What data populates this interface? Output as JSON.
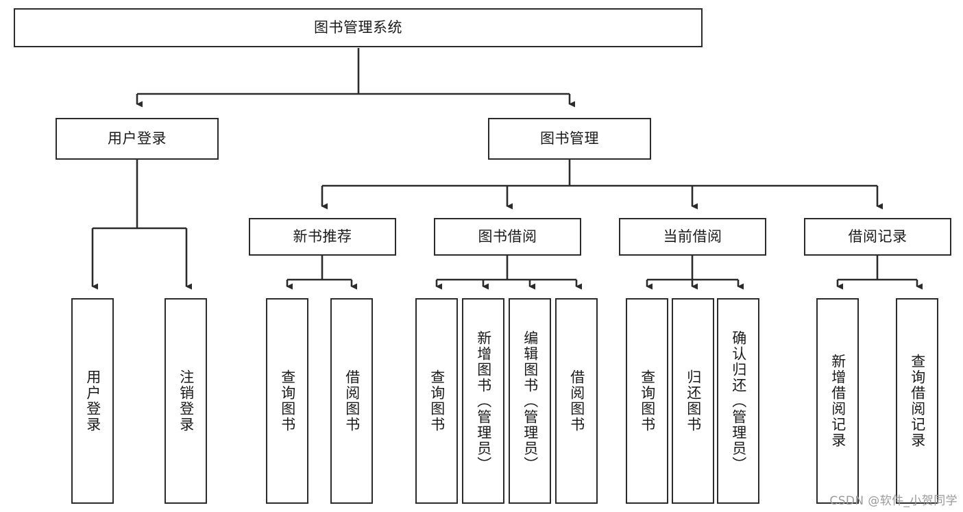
{
  "diagram": {
    "title": "图书管理系统",
    "type": "tree-hierarchy",
    "watermark": "CSDN @软件_小贺同学",
    "colors": {
      "stroke": "#2b2b2b",
      "fill": "#ffffff",
      "text": "#1a1a1a",
      "watermark": "#9a9a9a"
    },
    "root": {
      "label": "图书管理系统"
    },
    "level2": [
      {
        "label": "用户登录"
      },
      {
        "label": "图书管理"
      }
    ],
    "level3": [
      {
        "label": "新书推荐"
      },
      {
        "label": "图书借阅"
      },
      {
        "label": "当前借阅"
      },
      {
        "label": "借阅记录"
      }
    ],
    "leaves": {
      "user_login": [
        {
          "label": "用户登录"
        },
        {
          "label": "注销登录"
        }
      ],
      "new_book_recommend": [
        {
          "label": "查询图书"
        },
        {
          "label": "借阅图书"
        }
      ],
      "book_borrow": [
        {
          "label": "查询图书"
        },
        {
          "label": "新增图书（管理员）"
        },
        {
          "label": "编辑图书（管理员）"
        },
        {
          "label": "借阅图书"
        }
      ],
      "current_borrow": [
        {
          "label": "查询图书"
        },
        {
          "label": "归还图书"
        },
        {
          "label": "确认归还（管理员）"
        }
      ],
      "borrow_record": [
        {
          "label": "新增借阅记录"
        },
        {
          "label": "查询借阅记录"
        }
      ]
    }
  }
}
